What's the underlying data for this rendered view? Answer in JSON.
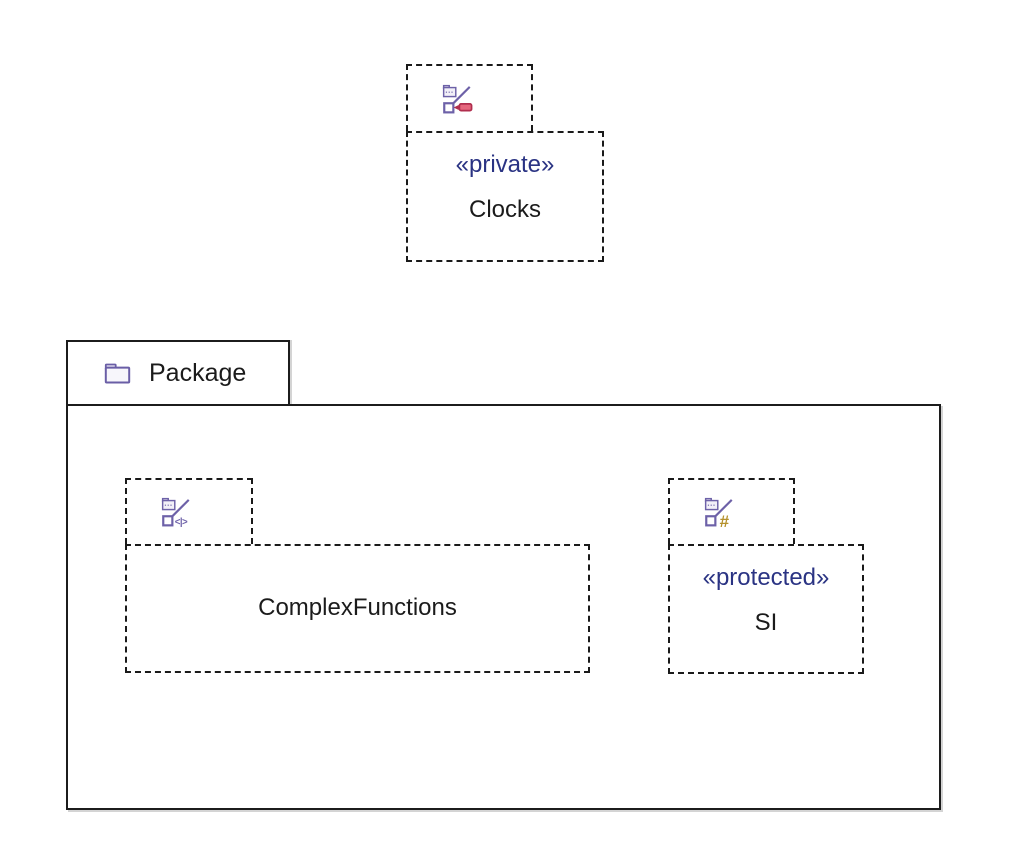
{
  "diagram": {
    "type": "uml-package-diagram",
    "background": "#ffffff"
  },
  "clocks": {
    "stereotype": "«private»",
    "name": "Clocks"
  },
  "package": {
    "label": "Package"
  },
  "complex_functions": {
    "name": "ComplexFunctions"
  },
  "si": {
    "stereotype": "«protected»",
    "name": "SI"
  },
  "icons": {
    "clocks_tab_icon": "package-import-private-icon",
    "complex_functions_tab_icon": "package-import-public-icon",
    "si_tab_icon": "package-import-protected-icon",
    "package_tab_icon": "folder-icon",
    "private_marker": "red-left-arrow-bar",
    "protected_marker_glyph": "#",
    "public_marker_glyph": "<|>"
  },
  "colors": {
    "border_black": "#1a1a1a",
    "stereotype_text": "#2a3383",
    "name_text": "#1b1b1b",
    "icon_purple": "#6d61a8",
    "icon_fill_light": "#f2f0f8",
    "private_red_fill": "#e5677e",
    "private_red_stroke": "#b02e4e",
    "protected_gold": "#b5912c",
    "shadow_gray": "#d4d4d4"
  }
}
